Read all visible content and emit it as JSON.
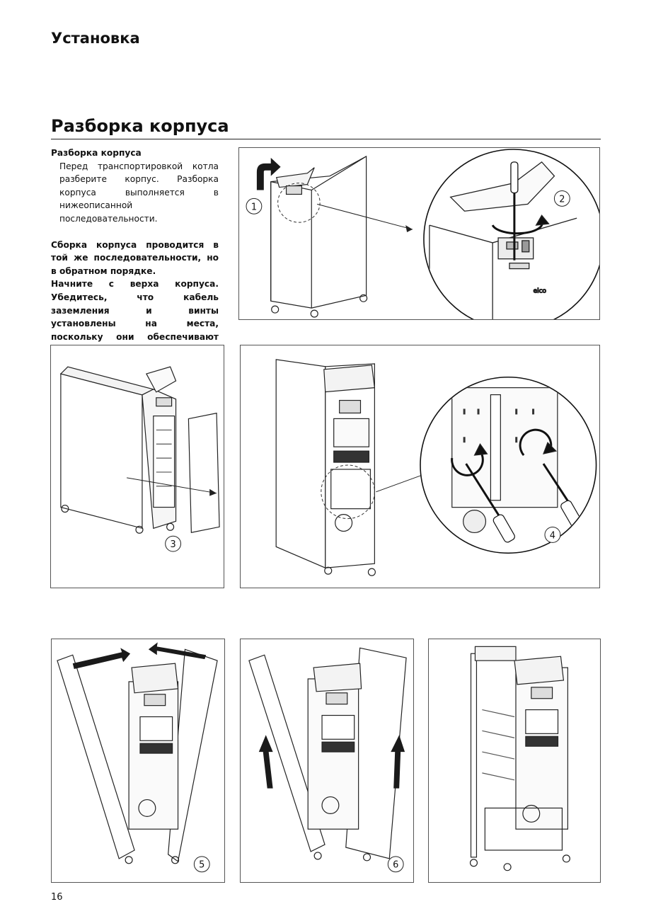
{
  "header": {
    "section": "Установка"
  },
  "chapter": {
    "title": "Разборка корпуса"
  },
  "text": {
    "subheading": "Разборка корпуса",
    "body": "Перед транспортировкой котла разберите корпус. Разборка корпуса выполняется в нижеописанной последовательности.",
    "warning_1": "Сборка корпуса проводится в той же последовательности, но в обратном порядке.",
    "warning_2": "Начните с верха корпуса. Убедитесь, что кабель заземления и винты установлены на места, поскольку они обеспечивают безопасность функционирования!"
  },
  "figures": {
    "step1": "1",
    "step2": "2",
    "step3": "3",
    "step4": "4",
    "step5": "5",
    "step6": "6",
    "brand_logo": "elco"
  },
  "footer": {
    "page_number": "16"
  }
}
